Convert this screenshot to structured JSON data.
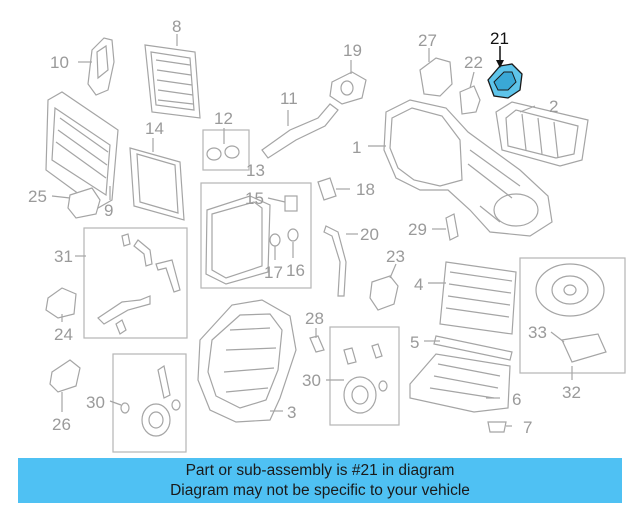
{
  "highlight_color": "#4fc1f3",
  "highlighted_part": "21",
  "callouts": [
    "1",
    "2",
    "3",
    "4",
    "5",
    "6",
    "7",
    "8",
    "9",
    "10",
    "11",
    "12",
    "13",
    "14",
    "15",
    "16",
    "17",
    "18",
    "19",
    "20",
    "21",
    "22",
    "23",
    "24",
    "25",
    "26",
    "27",
    "28",
    "29",
    "30",
    "30",
    "31",
    "32",
    "33"
  ],
  "banner": {
    "line1": "Part or sub-assembly is #21 in diagram",
    "line2": "Diagram may not be specific to your vehicle"
  }
}
